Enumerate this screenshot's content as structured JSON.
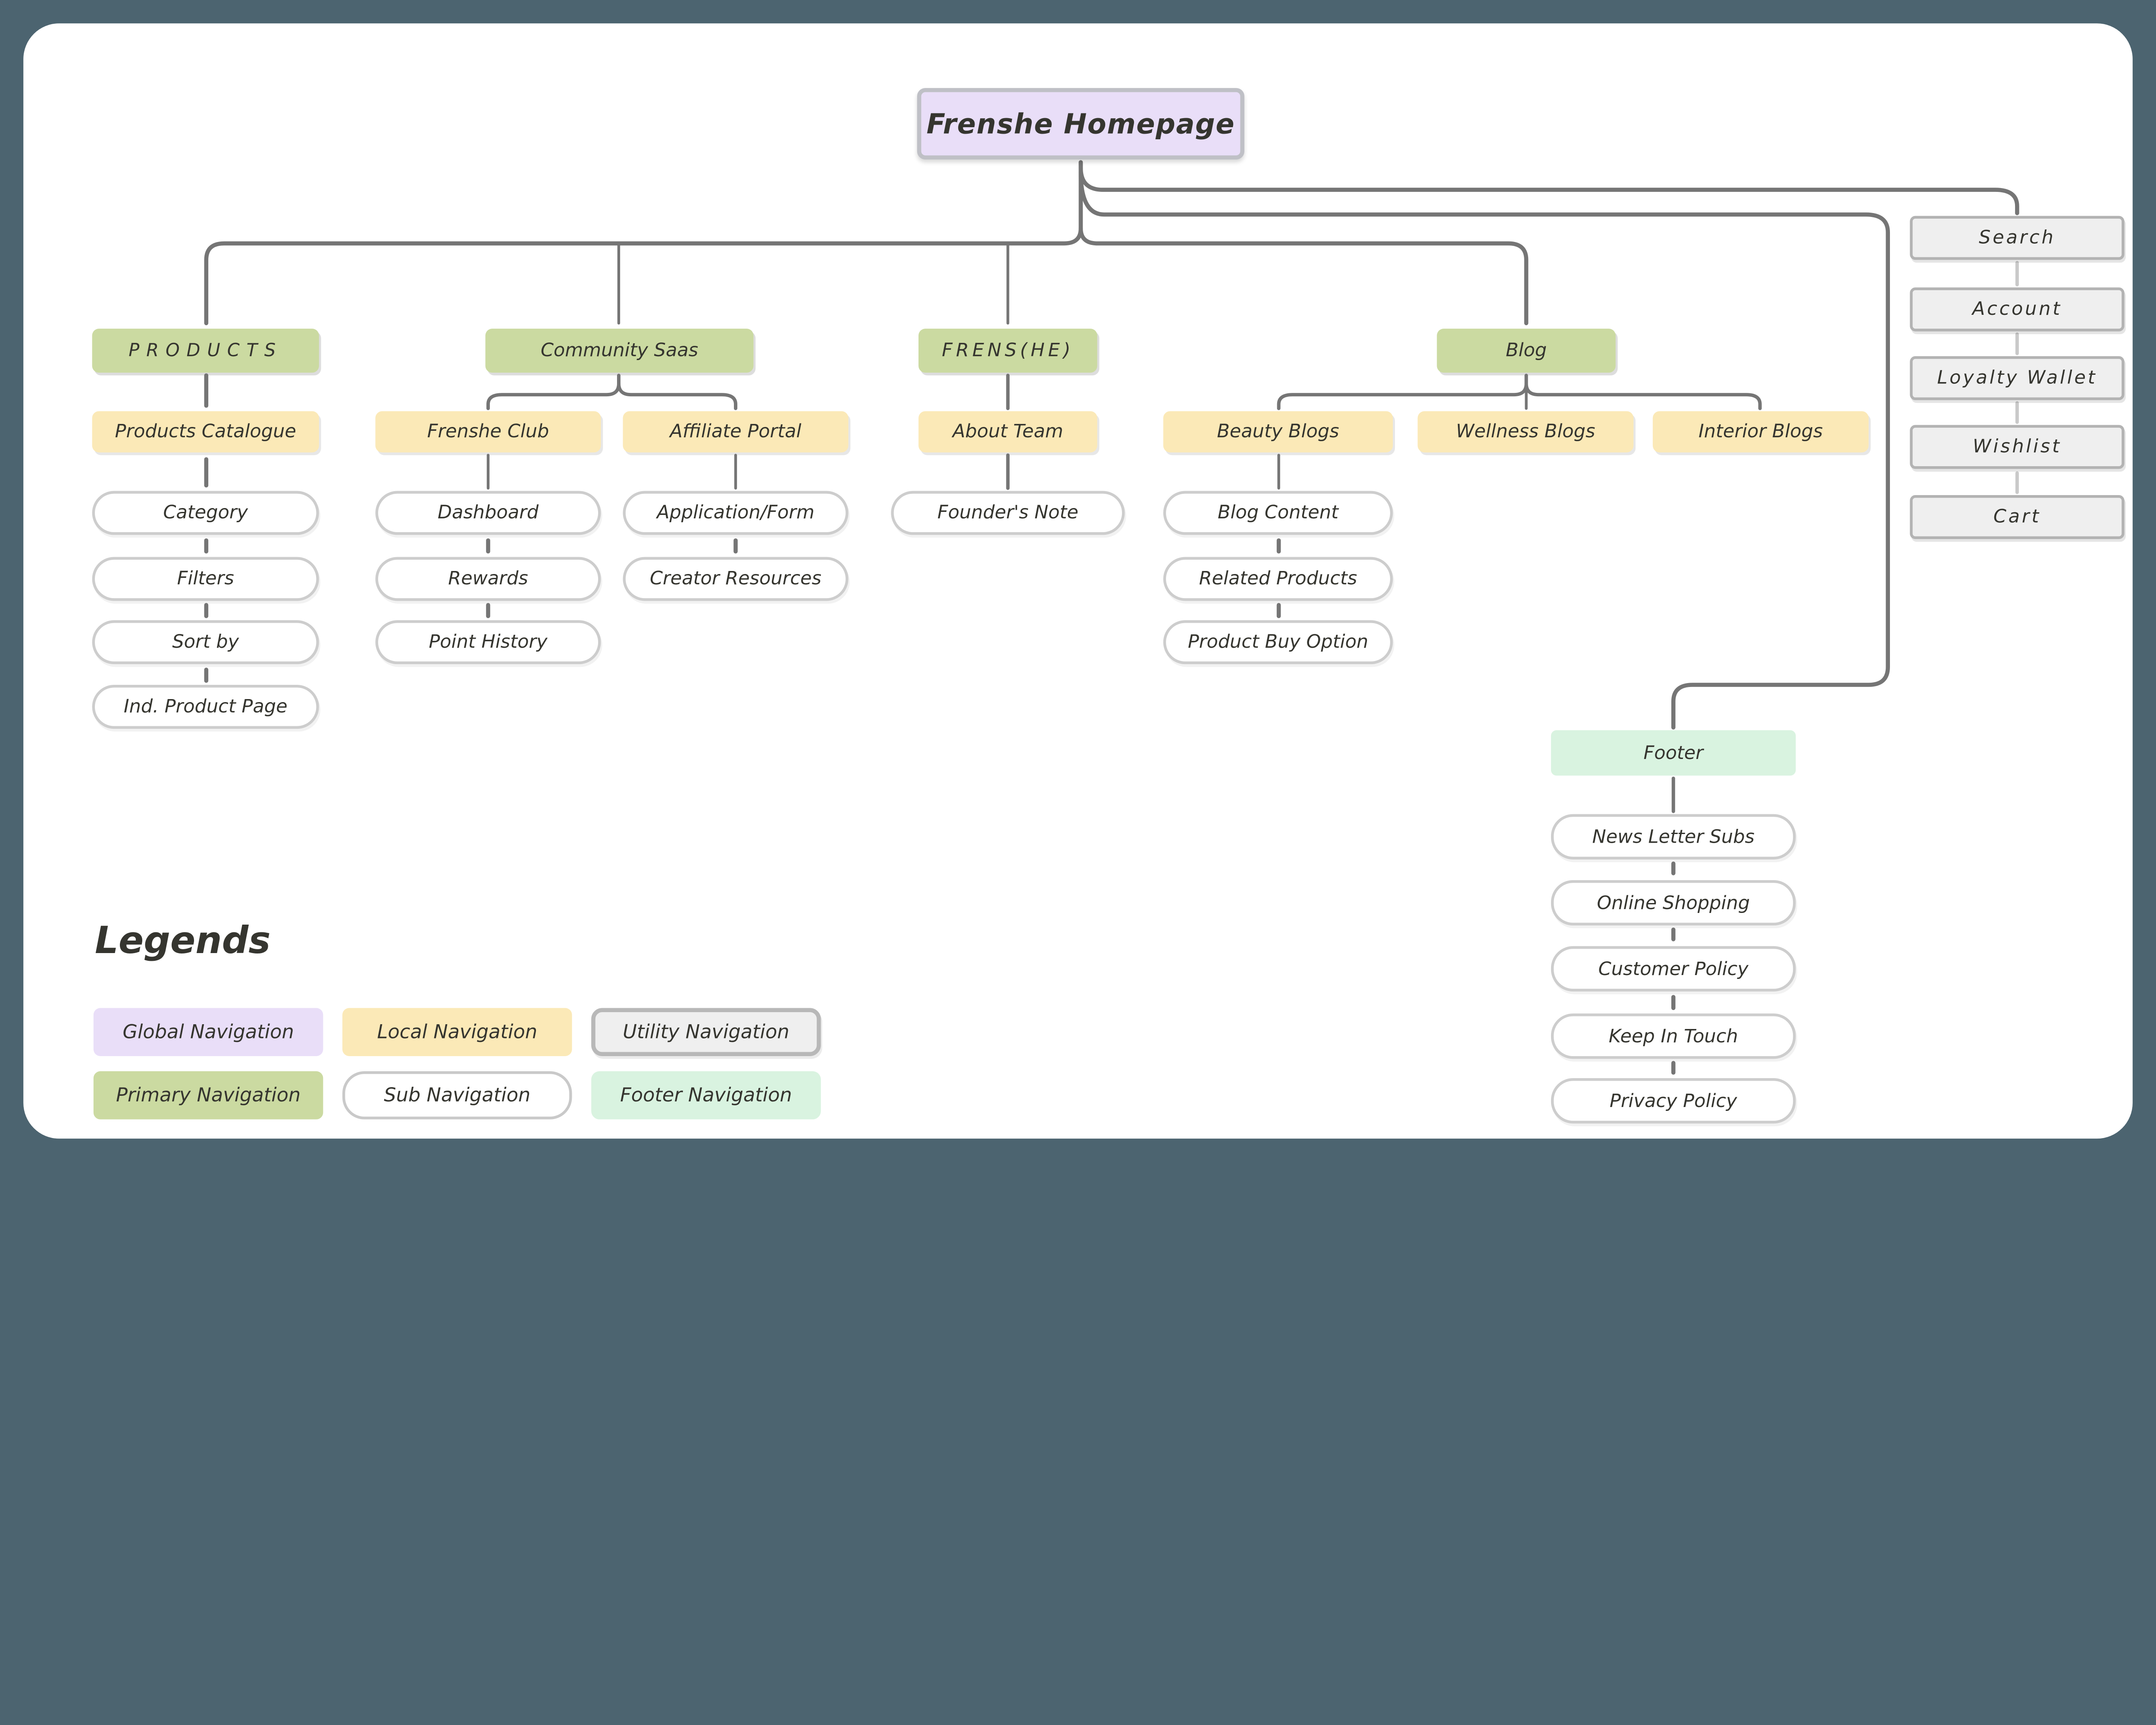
{
  "colors": {
    "frame": "#4c6470",
    "canvas": "#ffffff",
    "ink": "#35352f",
    "global": "#e9def8",
    "primary": "#cbdaa1",
    "local": "#fbe9b7",
    "utility-fill": "#efefef",
    "utility-border": "#b3b3b3",
    "footer-nav": "#d9f3e0",
    "subnav-border": "#cdcdcd",
    "connector": "#757575",
    "connector-light": "#c9c9c9",
    "root-border": "#bfc0c6"
  },
  "root": {
    "label": "Frenshe Homepage"
  },
  "primary": [
    {
      "label": "PRODUCTS",
      "children": [
        {
          "label": "Products Catalogue",
          "subs": [
            "Category",
            "Filters",
            "Sort by",
            "Ind. Product Page"
          ]
        }
      ]
    },
    {
      "label": "Community Saas",
      "children": [
        {
          "label": "Frenshe Club",
          "subs": [
            "Dashboard",
            "Rewards",
            "Point History"
          ]
        },
        {
          "label": "Affiliate Portal",
          "subs": [
            "Application/Form",
            "Creator Resources"
          ]
        }
      ]
    },
    {
      "label": "FRENS(HE)",
      "children": [
        {
          "label": "About Team",
          "subs": [
            "Founder's Note"
          ]
        }
      ]
    },
    {
      "label": "Blog",
      "children": [
        {
          "label": "Beauty Blogs",
          "subs": [
            "Blog Content",
            "Related Products",
            "Product Buy Option"
          ]
        },
        {
          "label": "Wellness Blogs",
          "subs": []
        },
        {
          "label": "Interior Blogs",
          "subs": []
        }
      ]
    }
  ],
  "utility": [
    "Search",
    "Account",
    "Loyalty Wallet",
    "Wishlist",
    "Cart"
  ],
  "footer": {
    "label": "Footer",
    "subs": [
      "News Letter Subs",
      "Online Shopping",
      "Customer Policy",
      "Keep In Touch",
      "Privacy Policy"
    ]
  },
  "legends": {
    "heading": "Legends",
    "items": [
      {
        "label": "Global Navigation"
      },
      {
        "label": "Local Navigation"
      },
      {
        "label": "Utility Navigation"
      },
      {
        "label": "Primary Navigation"
      },
      {
        "label": "Sub Navigation"
      },
      {
        "label": "Footer Navigation"
      }
    ]
  }
}
